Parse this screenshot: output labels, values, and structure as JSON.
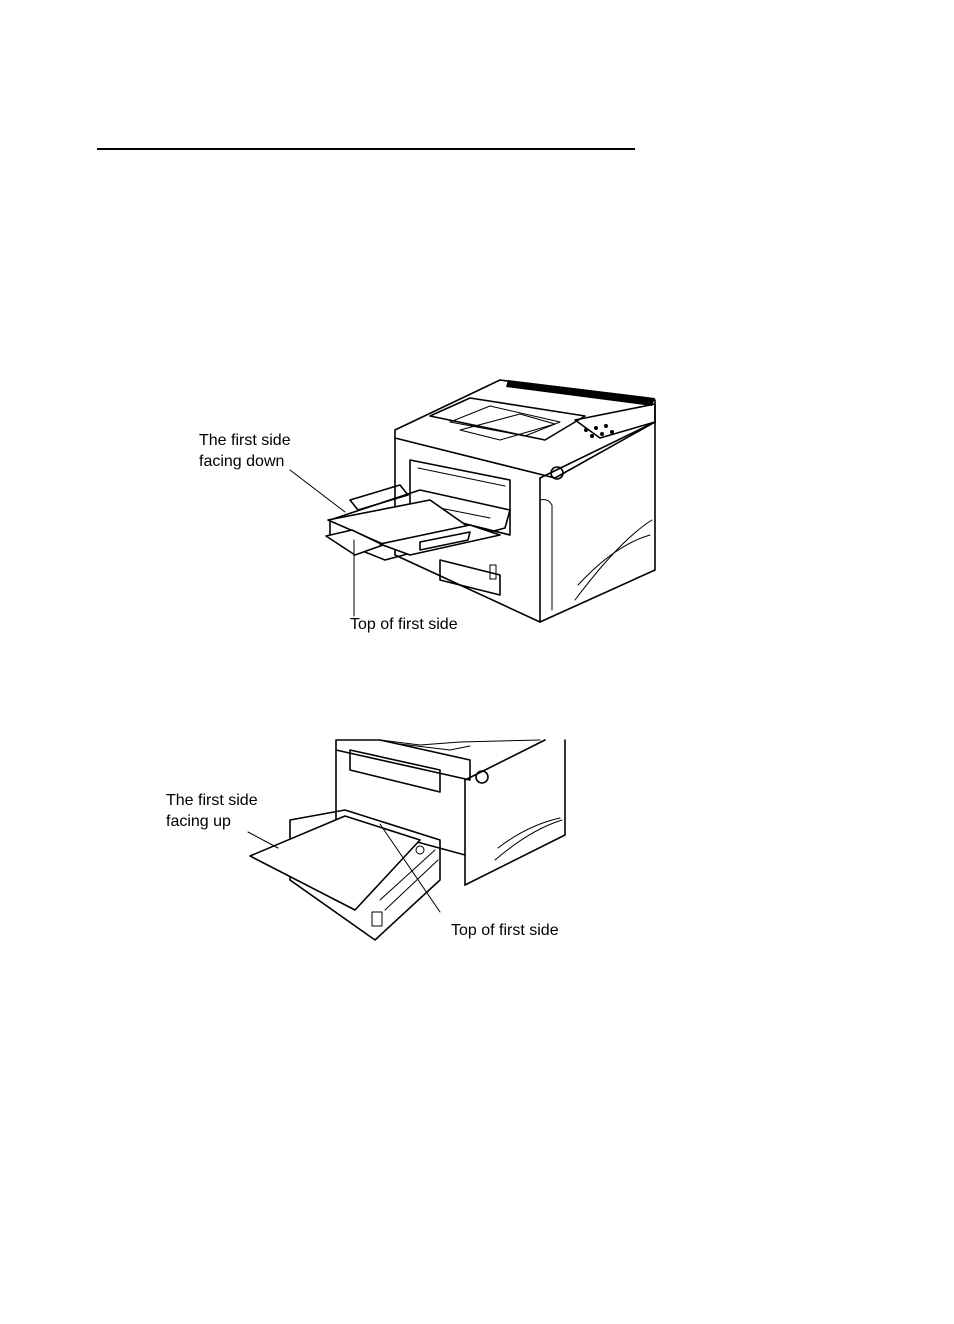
{
  "figure1": {
    "label_face": [
      "The first side",
      "facing down"
    ],
    "label_top": "Top of first side"
  },
  "figure2": {
    "label_face": [
      "The first side",
      "facing up"
    ],
    "label_top": "Top of first side"
  }
}
